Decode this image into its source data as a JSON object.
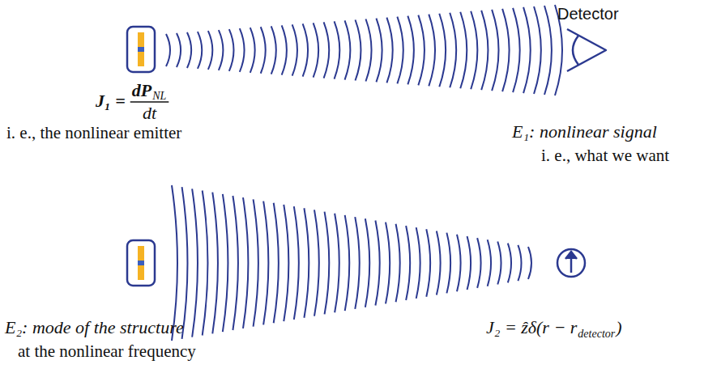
{
  "diagram": {
    "labels": [
      "Detector",
      "J₁ =",
      "dP",
      "NL",
      "dt",
      "i. e., the nonlinear emitter",
      "E₁: nonlinear signal",
      "i. e., what we want",
      "E₂: mode of the structure",
      "at the nonlinear frequency",
      "J₂ = ẑδ(r − r",
      "detector",
      ")"
    ]
  }
}
